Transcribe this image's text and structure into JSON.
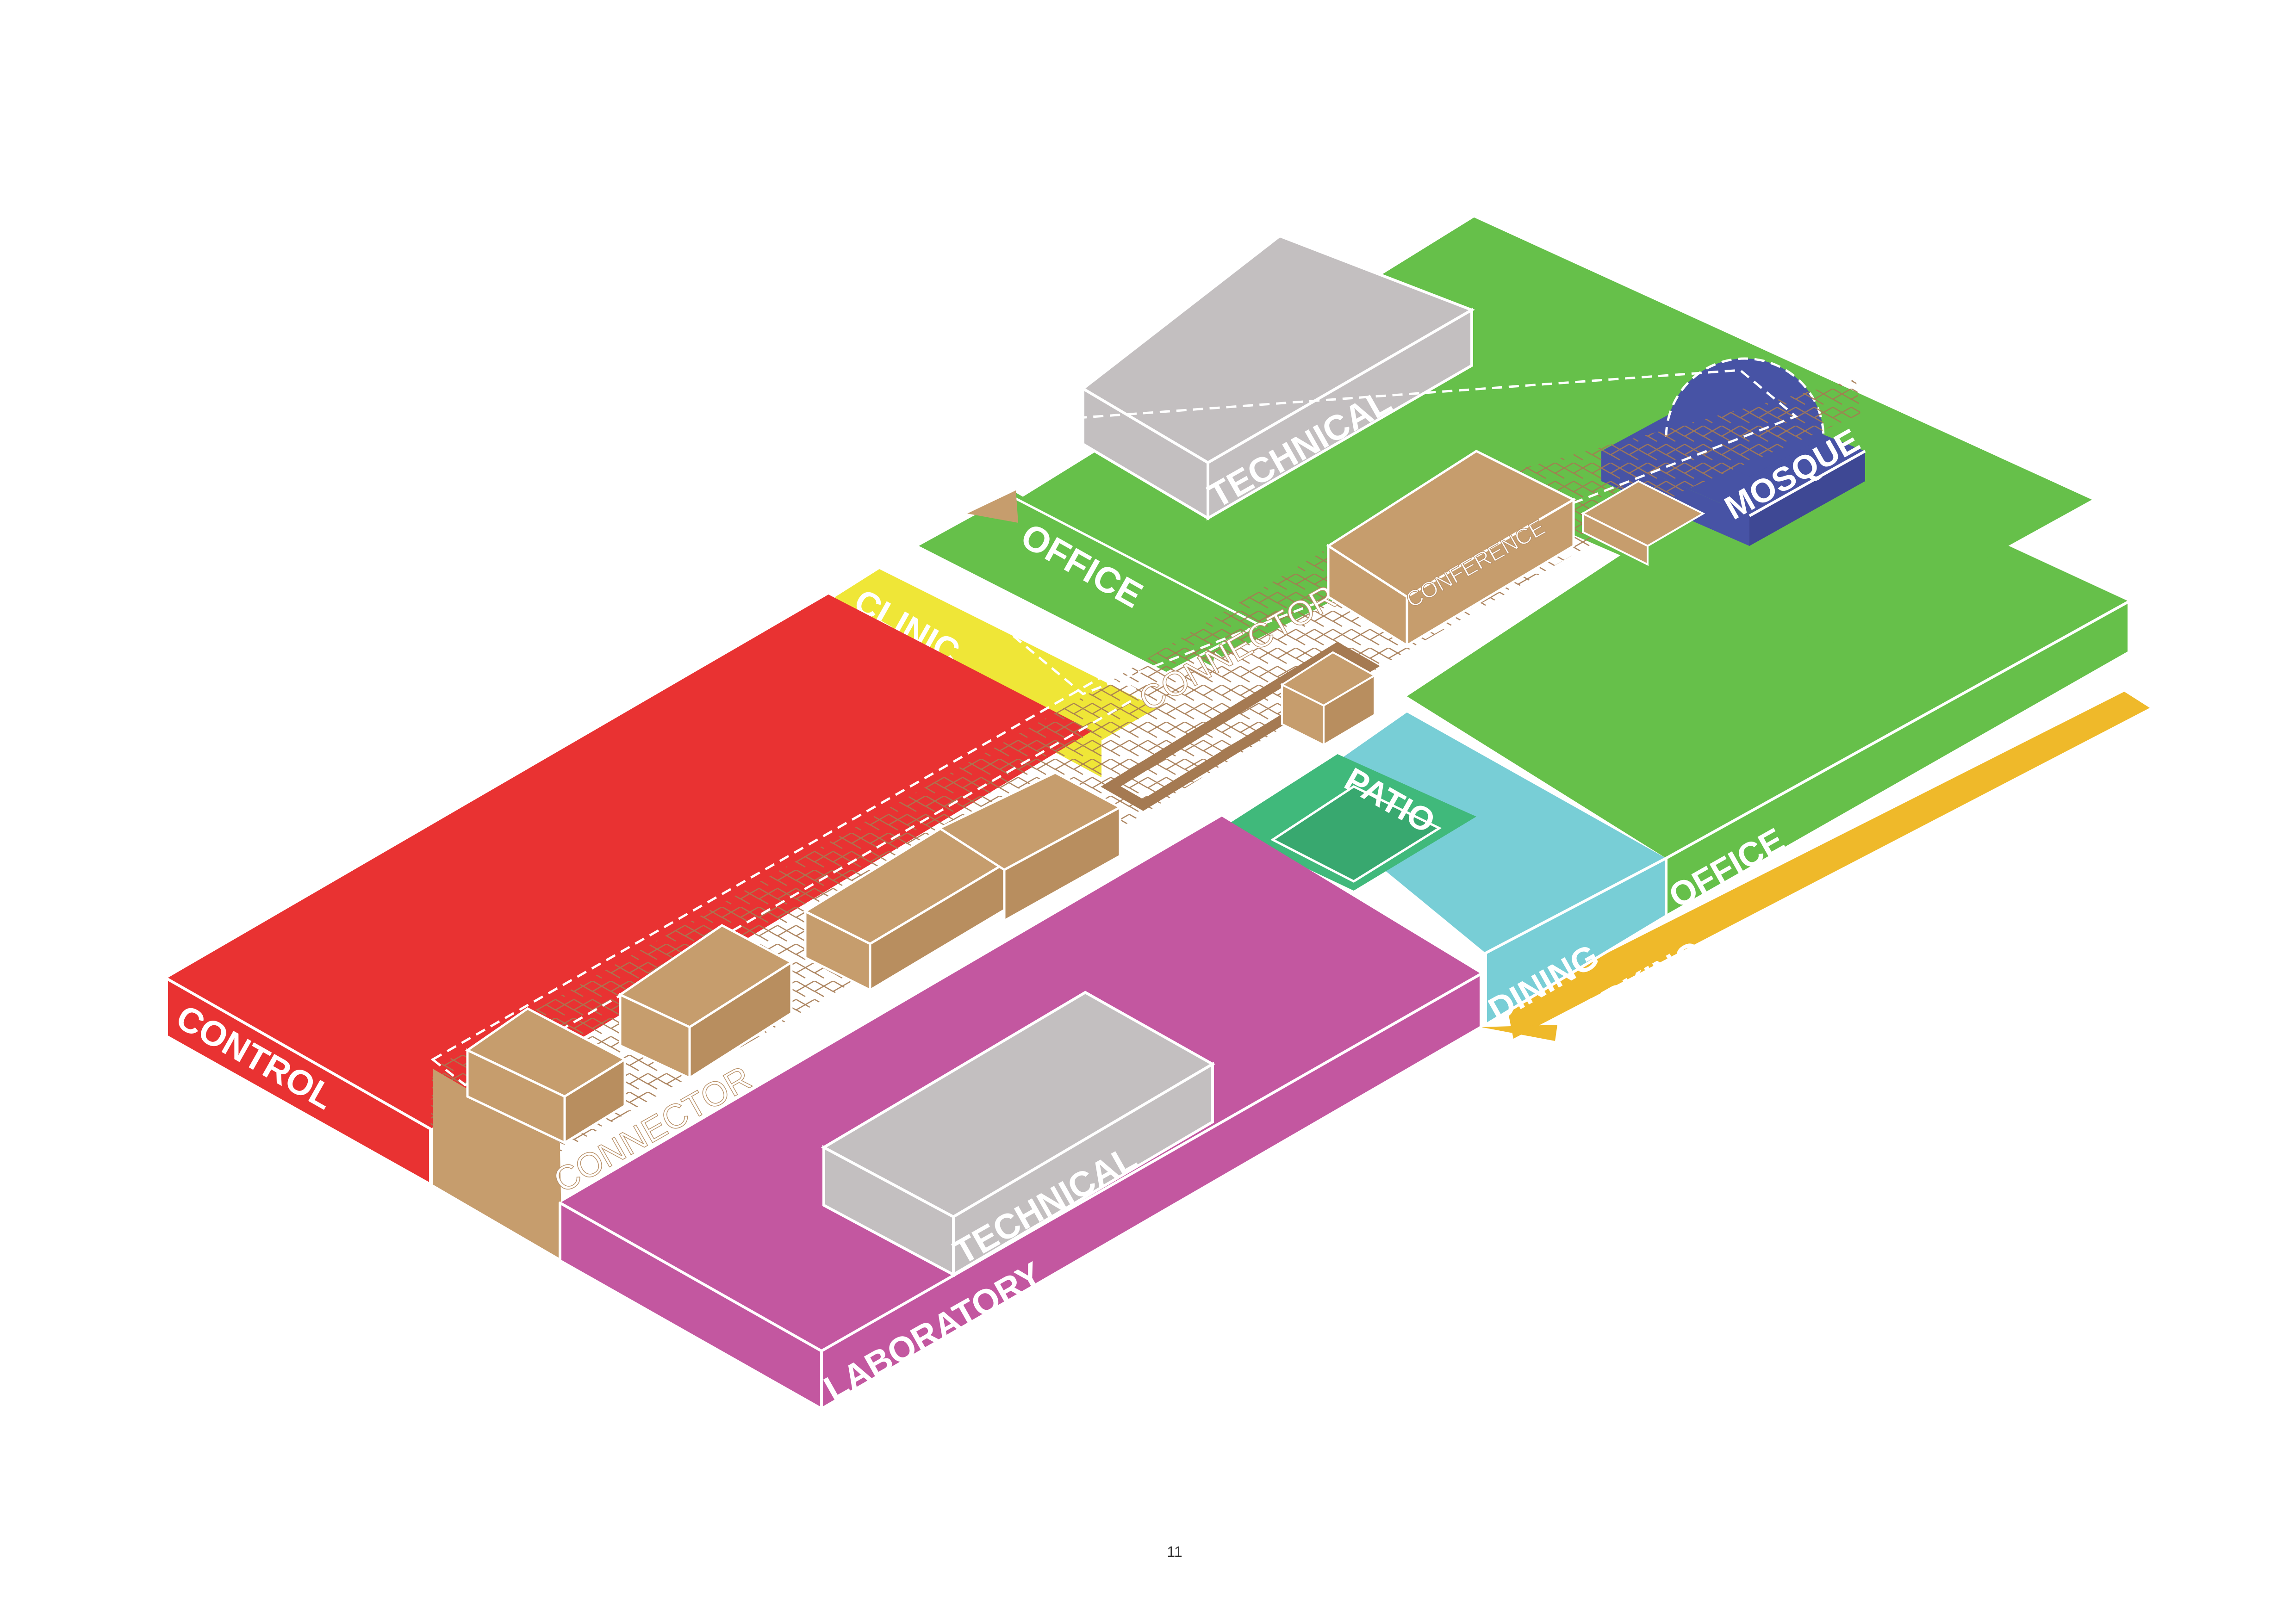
{
  "labels": {
    "control": "CONTROL",
    "clinic": "CLINIC",
    "office_top": "OFFICE",
    "technical_top": "TECHNICAL",
    "connector_top": "CONNECTOR",
    "conference": "CONFERENCE",
    "mosque": "MOSQUE",
    "patio": "PATIO",
    "dining": "DINING",
    "office_right": "OFFICE",
    "parking": "PARKING",
    "connector_bottom": "CONNECTOR",
    "technical_bottom": "TECHNICAL",
    "laboratory": "LABORATORY"
  },
  "page_number": "11",
  "colors": {
    "control": "#e93232",
    "clinic": "#efe637",
    "office": "#66c04a",
    "technical": "#c3bfc0",
    "connector": "#c69d6d",
    "mosque": "#4753a5",
    "patio": "#40b97b",
    "dining": "#78ced6",
    "parking": "#efb92a",
    "laboratory": "#c357a0"
  }
}
